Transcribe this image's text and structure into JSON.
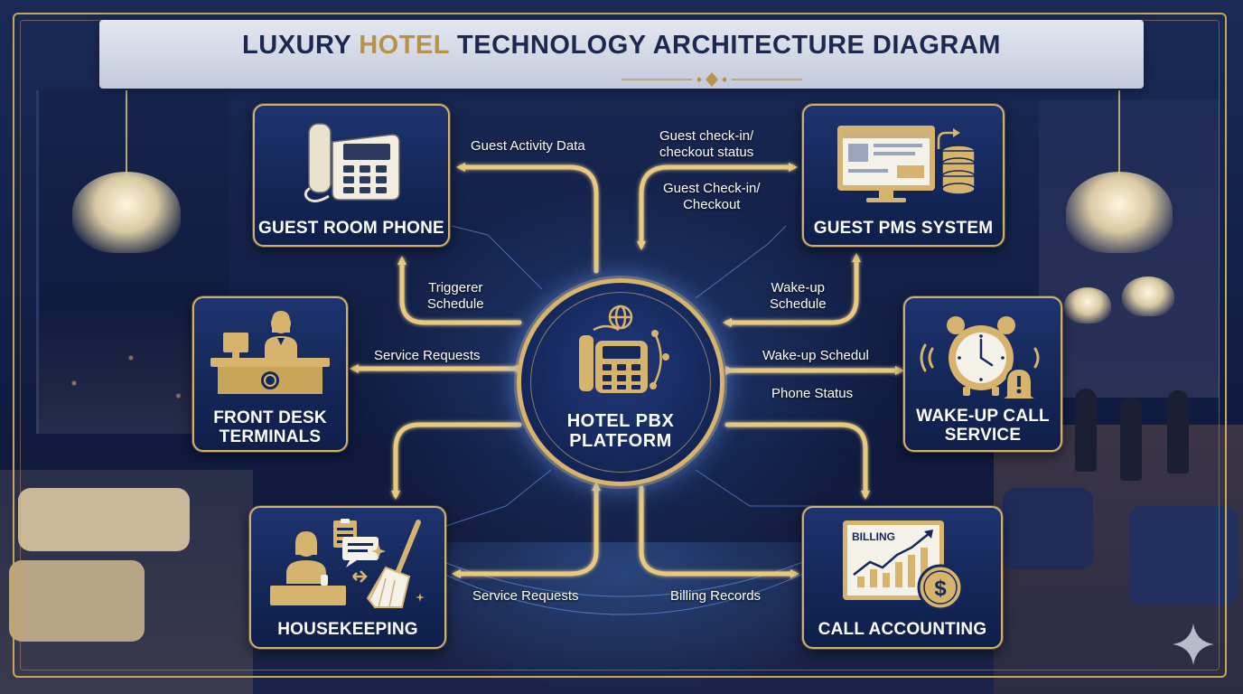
{
  "title": {
    "prefix": "LUXURY ",
    "highlight": "HOTEL",
    "suffix": " TECHNOLOGY ARCHITECTURE DIAGRAM"
  },
  "colors": {
    "gold": "#d2b06c",
    "title_navy": "#1b2850",
    "title_highlight": "#b9924a",
    "node_fill": "#142758",
    "background": "#0b1636"
  },
  "hub": {
    "line1": "HOTEL PBX",
    "line2": "PLATFORM",
    "icon": "pbx-phone-network-icon"
  },
  "nodes": {
    "guest_room_phone": {
      "label": "GUEST ROOM PHONE",
      "icon": "desk-phone-icon"
    },
    "guest_pms_system": {
      "label": "GUEST PMS SYSTEM",
      "icon": "computer-database-icon"
    },
    "front_desk_terminals": {
      "line1": "FRONT DESK",
      "line2": "TERMINALS",
      "icon": "receptionist-desk-icon"
    },
    "wake_up_call_service": {
      "line1": "WAKE-UP CALL",
      "line2": "SERVICE",
      "icon": "alarm-clock-bell-icon"
    },
    "housekeeping": {
      "label": "HOUSEKEEPING",
      "icon": "housekeeper-broom-icon"
    },
    "call_accounting": {
      "label": "CALL ACCOUNTING",
      "icon": "billing-chart-dollar-icon",
      "billing_text": "BILLING"
    }
  },
  "flows": {
    "guest_activity_data": "Guest Activity Data",
    "checkin_status_line1": "Guest check-in/",
    "checkin_status_line2": "checkout status",
    "checkin_checkout_line1": "Guest Check-in/",
    "checkin_checkout_line2": "Checkout",
    "triggerer_line1": "Triggerer",
    "triggerer_line2": "Schedule",
    "wakeup_schedule_line1": "Wake-up",
    "wakeup_schedule_line2": "Schedule",
    "service_requests_left": "Service Requests",
    "wakeup_schedul": "Wake-up Schedul",
    "phone_status": "Phone Status",
    "service_requests_bottom": "Service Requests",
    "billing_records": "Billing Records"
  }
}
